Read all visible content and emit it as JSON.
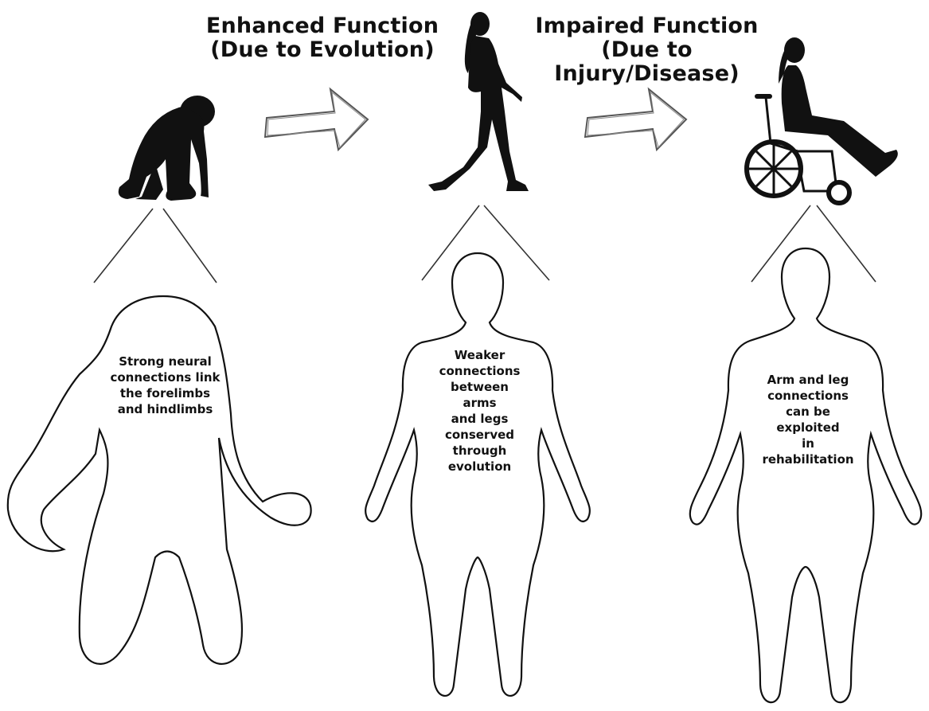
{
  "headings": {
    "enhanced": {
      "line1": "Enhanced Function",
      "line2": "(Due to Evolution)"
    },
    "impaired": {
      "line1": "Impaired Function",
      "line2": "(Due to Injury/Disease)"
    }
  },
  "panels": {
    "ape": {
      "lines": [
        "Strong neural",
        "connections link",
        "the forelimbs",
        "and hindlimbs"
      ]
    },
    "human": {
      "lines": [
        "Weaker",
        "connections",
        "between",
        "arms",
        "and legs",
        "conserved",
        "through",
        "evolution"
      ]
    },
    "wheelchair": {
      "lines": [
        "Arm and leg",
        "connections",
        "can be",
        "exploited",
        "in",
        "rehabilitation"
      ]
    }
  },
  "colors": {
    "silhouette": "#111111",
    "outline": "#111111",
    "arrow_stroke": "#555555",
    "background": "#ffffff"
  },
  "icons": [
    "ape-silhouette-icon",
    "walking-woman-icon",
    "wheelchair-user-icon",
    "right-arrow-icon"
  ]
}
